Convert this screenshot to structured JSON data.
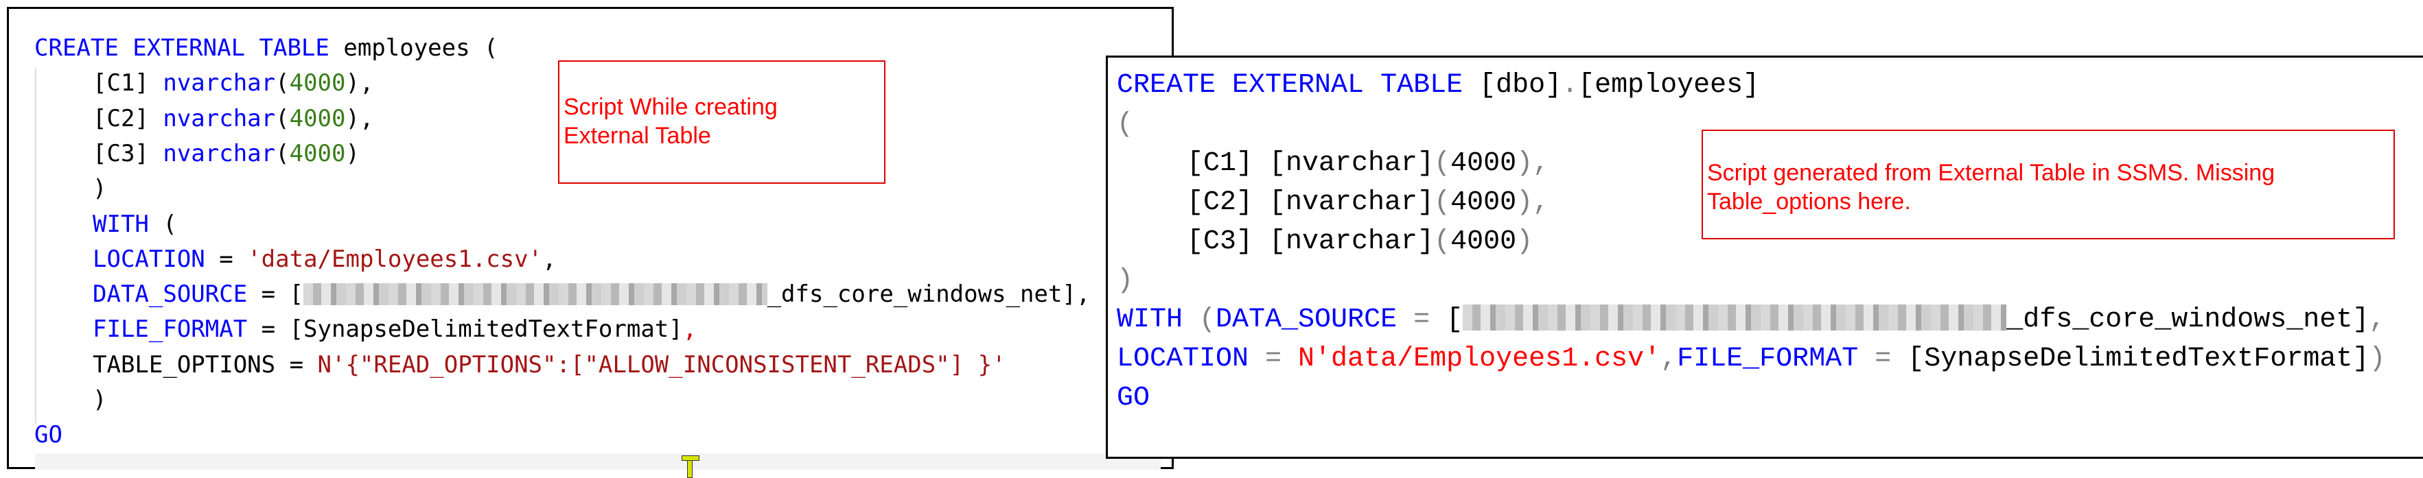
{
  "left_panel": {
    "annotation": [
      "Script While creating",
      "External Table"
    ],
    "lines": [
      {
        "indent": 0,
        "tokens": [
          {
            "t": "CREATE EXTERNAL TABLE",
            "c": "kw"
          },
          {
            "t": " employees (",
            "c": "pl"
          }
        ]
      },
      {
        "indent": 1,
        "tokens": [
          {
            "t": "[C1] ",
            "c": "pl"
          },
          {
            "t": "nvarchar",
            "c": "kw"
          },
          {
            "t": "(",
            "c": "pl"
          },
          {
            "t": "4000",
            "c": "num"
          },
          {
            "t": "),",
            "c": "pl"
          }
        ]
      },
      {
        "indent": 1,
        "tokens": [
          {
            "t": "[C2] ",
            "c": "pl"
          },
          {
            "t": "nvarchar",
            "c": "kw"
          },
          {
            "t": "(",
            "c": "pl"
          },
          {
            "t": "4000",
            "c": "num"
          },
          {
            "t": "),",
            "c": "pl"
          }
        ]
      },
      {
        "indent": 1,
        "tokens": [
          {
            "t": "[C3] ",
            "c": "pl"
          },
          {
            "t": "nvarchar",
            "c": "kw"
          },
          {
            "t": "(",
            "c": "pl"
          },
          {
            "t": "4000",
            "c": "num"
          },
          {
            "t": ")",
            "c": "pl"
          }
        ]
      },
      {
        "indent": 1,
        "tokens": [
          {
            "t": ")",
            "c": "pl"
          }
        ]
      },
      {
        "indent": 1,
        "tokens": [
          {
            "t": "WITH",
            "c": "kw"
          },
          {
            "t": " (",
            "c": "pl"
          }
        ]
      },
      {
        "indent": 1,
        "tokens": [
          {
            "t": "LOCATION",
            "c": "kw"
          },
          {
            "t": " = ",
            "c": "pl"
          },
          {
            "t": "'data/Employees1.csv'",
            "c": "str"
          },
          {
            "t": ",",
            "c": "pl"
          }
        ]
      },
      {
        "indent": 1,
        "tokens": [
          {
            "t": "DATA_SOURCE",
            "c": "kw"
          },
          {
            "t": " = [",
            "c": "pl"
          },
          {
            "t": "",
            "c": "blur"
          },
          {
            "t": "_dfs_core_windows_net],",
            "c": "pl"
          }
        ]
      },
      {
        "indent": 1,
        "tokens": [
          {
            "t": "FILE_FORMAT",
            "c": "kw"
          },
          {
            "t": " = [SynapseDelimitedTextFormat]",
            "c": "pl"
          },
          {
            "t": ",",
            "c": "squiggle"
          }
        ]
      },
      {
        "indent": 1,
        "tokens": [
          {
            "t": "TABLE_OPTIONS = ",
            "c": "pl"
          },
          {
            "t": "N'{\"READ_OPTIONS\":[\"ALLOW_INCONSISTENT_READS\"] }'",
            "c": "str"
          }
        ]
      },
      {
        "indent": 1,
        "tokens": [
          {
            "t": ")",
            "c": "pl"
          }
        ]
      },
      {
        "indent": 0,
        "tokens": [
          {
            "t": "GO",
            "c": "kw"
          }
        ]
      }
    ]
  },
  "right_panel": {
    "annotation": [
      "Script generated from External Table in SSMS. Missing",
      "Table_options here."
    ],
    "lines": [
      {
        "indent": 0,
        "tokens": [
          {
            "t": "CREATE EXTERNAL TABLE",
            "c": "kw"
          },
          {
            "t": " [dbo]",
            "c": "pl"
          },
          {
            "t": ".",
            "c": "gray"
          },
          {
            "t": "[employees]",
            "c": "pl"
          }
        ]
      },
      {
        "indent": 0,
        "tokens": [
          {
            "t": "(",
            "c": "gray"
          }
        ]
      },
      {
        "indent": 1,
        "tokens": [
          {
            "t": "[C1] [nvarchar]",
            "c": "pl"
          },
          {
            "t": "(",
            "c": "gray"
          },
          {
            "t": "4000",
            "c": "pl"
          },
          {
            "t": "),",
            "c": "gray"
          }
        ]
      },
      {
        "indent": 1,
        "tokens": [
          {
            "t": "[C2] [nvarchar]",
            "c": "pl"
          },
          {
            "t": "(",
            "c": "gray"
          },
          {
            "t": "4000",
            "c": "pl"
          },
          {
            "t": "),",
            "c": "gray"
          }
        ]
      },
      {
        "indent": 1,
        "tokens": [
          {
            "t": "[C3] [nvarchar]",
            "c": "pl"
          },
          {
            "t": "(",
            "c": "gray"
          },
          {
            "t": "4000",
            "c": "pl"
          },
          {
            "t": ")",
            "c": "gray"
          }
        ]
      },
      {
        "indent": 0,
        "tokens": [
          {
            "t": ")",
            "c": "gray"
          }
        ]
      },
      {
        "indent": 0,
        "tokens": [
          {
            "t": "WITH",
            "c": "kw"
          },
          {
            "t": " (",
            "c": "gray"
          },
          {
            "t": "DATA_SOURCE",
            "c": "kw"
          },
          {
            "t": " = ",
            "c": "gray"
          },
          {
            "t": "[",
            "c": "pl"
          },
          {
            "t": "",
            "c": "blur"
          },
          {
            "t": "_dfs_core_windows_net]",
            "c": "pl"
          },
          {
            "t": ",",
            "c": "gray"
          }
        ]
      },
      {
        "indent": 0,
        "tokens": [
          {
            "t": "LOCATION",
            "c": "kw"
          },
          {
            "t": " = ",
            "c": "gray"
          },
          {
            "t": "N'data/Employees1.csv'",
            "c": "nstr"
          },
          {
            "t": ",",
            "c": "gray"
          },
          {
            "t": "FILE_FORMAT",
            "c": "kw"
          },
          {
            "t": " = ",
            "c": "gray"
          },
          {
            "t": "[SynapseDelimitedTextFormat]",
            "c": "pl"
          },
          {
            "t": ")",
            "c": "gray"
          }
        ]
      },
      {
        "indent": 0,
        "tokens": [
          {
            "t": "GO",
            "c": "kw"
          }
        ]
      }
    ]
  },
  "colors": {
    "keyword": "#0000ff",
    "number": "#3a7d1a",
    "string": "#a31515",
    "annotation": "#ff0000"
  }
}
